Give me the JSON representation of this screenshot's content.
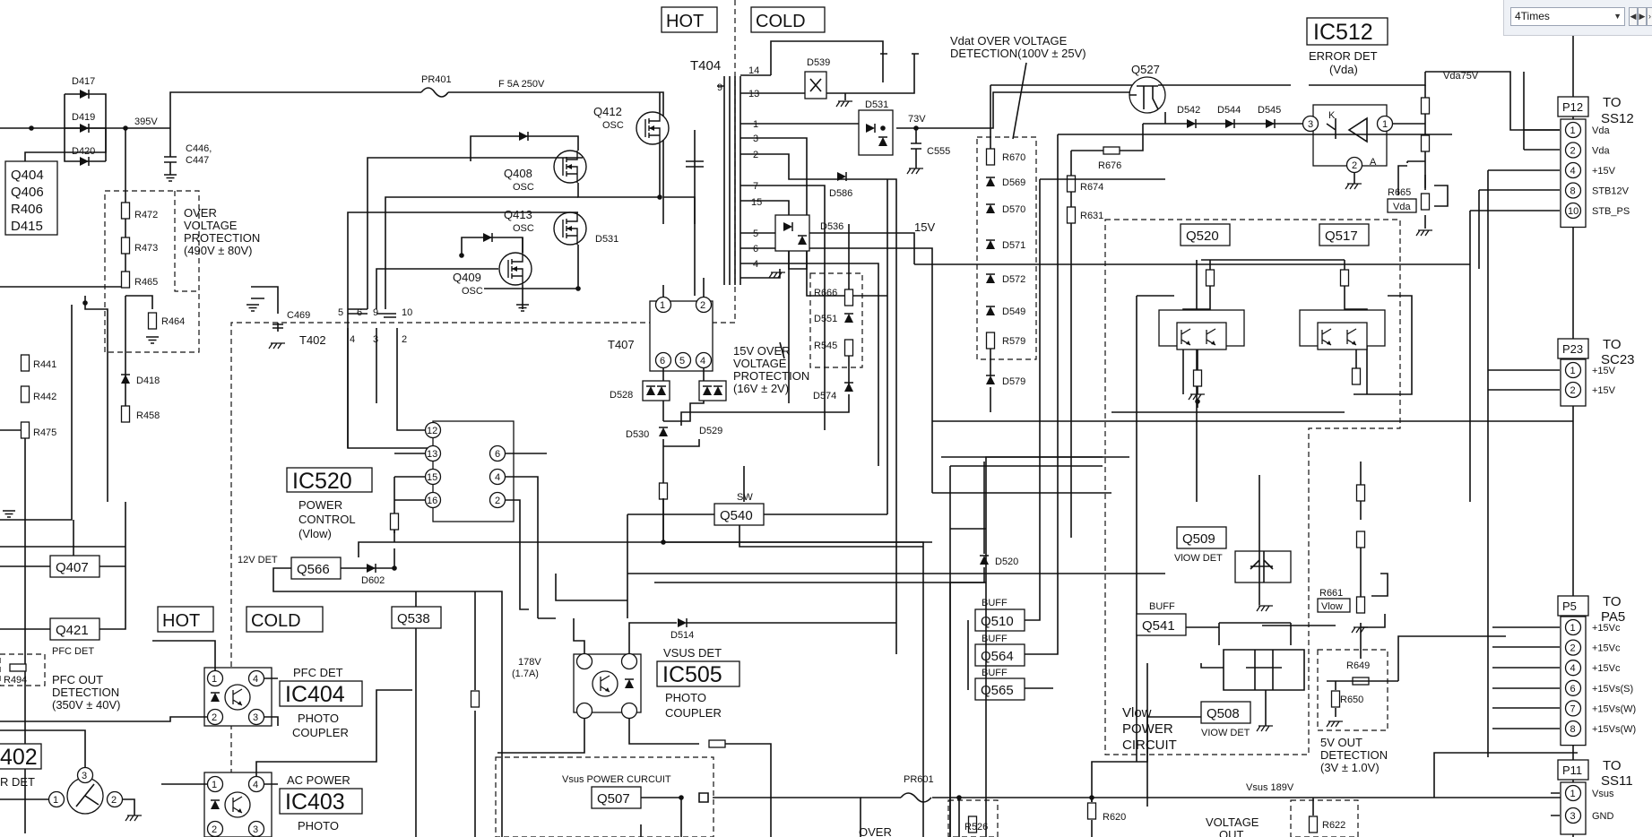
{
  "viewer": {
    "zoom_value": "4Times",
    "caret_icon": "chevron-down-icon",
    "prev_icon": "arrow-left-icon",
    "next_icon": "arrow-right-icon",
    "more_icon": "chevron-right-icon"
  },
  "schematic": {
    "hot_top": "HOT",
    "cold_top": "COLD",
    "hot_bottom": "HOT",
    "cold_bottom": "COLD",
    "ic512": {
      "name": "IC512",
      "func1": "ERROR DET",
      "func2": "(Vda)",
      "pin_k": "K",
      "pin_a": "A",
      "p3": "3",
      "p1": "1",
      "p2": "2"
    },
    "vdat_label1": "Vdat OVER VOLTAGE",
    "vdat_label2": "DETECTION(100V ± 25V)",
    "vda75": "Vda75V",
    "q527": "Q527",
    "d542": "D542",
    "d544": "D544",
    "d545": "D545",
    "t404": "T404",
    "t402": "T402",
    "t407": "T407",
    "pr401": "PR401",
    "fuse": "F 5A 250V",
    "v395": "395V",
    "v73": "73V",
    "v15": "15V",
    "c446": "C446,",
    "c447": "C447",
    "c555": "C555",
    "c469": "C469",
    "q412": "Q412",
    "q408": "Q408",
    "q413": "Q413",
    "q409": "Q409",
    "osc": "OSC",
    "d417": "D417",
    "d419": "D419",
    "d420": "D420",
    "d539": "D539",
    "d531a": "D531",
    "d531b": "D531",
    "d586": "D586",
    "d536": "D536",
    "q404_group": [
      "Q404",
      "Q406",
      "R406",
      "D415"
    ],
    "ovp1": "OVER",
    "ovp2": "VOLTAGE",
    "ovp3": "PROTECTION",
    "ovp4": "(490V ± 80V)",
    "r472": "R472",
    "r473": "R473",
    "r465": "R465",
    "r464": "R464",
    "r441": "R441",
    "r442": "R442",
    "r475": "R475",
    "d418": "D418",
    "r458": "R458",
    "r666": "R666",
    "d551": "D551",
    "r545": "R545",
    "d574": "D574",
    "ov15_1": "15V OVER",
    "ov15_2": "VOLTAGE",
    "ov15_3": "PROTECTION",
    "ov15_4": "(16V ± 2V)",
    "r670": "R670",
    "d569": "D569",
    "d570": "D570",
    "d571": "D571",
    "d572": "D572",
    "d549": "D549",
    "r579": "R579",
    "d579": "D579",
    "r676": "R676",
    "r674": "R674",
    "r631": "R631",
    "r665": "R665",
    "vda_box": "Vda",
    "q520": "Q520",
    "q517": "Q517",
    "q509": "Q509",
    "vlowdet": "VlOW DET",
    "r661": "R661",
    "vlow_box": "Vlow",
    "q541": "Q541",
    "buff": "BUFF",
    "q510": "Q510",
    "q564": "Q564",
    "q565": "Q565",
    "q508": "Q508",
    "viowdet2": "VIOW DET",
    "vlow_pc1": "Vlow",
    "vlow_pc2": "POWER",
    "vlow_pc3": "CIRCUIT",
    "r649": "R649",
    "r650": "R650",
    "out5v1": "5V OUT",
    "out5v2": "DETECTION",
    "out5v3": "(3V ± 1.0V)",
    "ic520": {
      "name": "IC520",
      "f1": "POWER",
      "f2": "CONTROL",
      "f3": "(Vlow)",
      "pins": [
        "12",
        "13",
        "15",
        "16",
        "6",
        "4",
        "2"
      ]
    },
    "q540": "Q540",
    "sw": "SW",
    "q566": "Q566",
    "det12": "12V DET",
    "d602": "D602",
    "d528": "D528",
    "d529": "D529",
    "d530": "D530",
    "q407": "Q407",
    "q421": "Q421",
    "pfcdet_small": "PFC DET",
    "q538": "Q538",
    "r494": "R494",
    "pfcout1": "PFC OUT",
    "pfcout2": "DETECTION",
    "pfcout3": "(350V ± 40V)",
    "ic404": {
      "name": "IC404",
      "f1": "PFC DET",
      "f2": "PHOTO",
      "f3": "COUPLER"
    },
    "ic403": {
      "name": "IC403",
      "f1": "AC POWER",
      "f2": "PHOTO"
    },
    "ic402_frag": "402",
    "rdet_frag": "R DET",
    "ic505": {
      "name": "IC505",
      "f1": "VSUS DET",
      "f2": "PHOTO",
      "f3": "COUPLER"
    },
    "d514": "D514",
    "v178": "178V",
    "a17": "(1.7A)",
    "vsus_pc": "Vsus POWER CURCUIT",
    "q507": "Q507",
    "pr601": "PR601",
    "r526": "R526",
    "r620": "R620",
    "r622": "R622",
    "vsus189": "Vsus 189V",
    "over": "OVER",
    "volt": "VOLTAGE",
    "out": "OUT",
    "d520": "D520",
    "t404_pins": [
      "9",
      "14",
      "13",
      "1",
      "3",
      "2",
      "7",
      "15",
      "5",
      "6",
      "4"
    ],
    "t402_pins": [
      "5",
      "6",
      "9",
      "10",
      "4",
      "3",
      "2"
    ],
    "t407_pins": [
      "1",
      "2",
      "6",
      "5",
      "4"
    ]
  },
  "connectors": [
    {
      "ref": "P12",
      "to": "TO",
      "dest": "SS12",
      "pins": [
        {
          "n": "1",
          "s": "Vda"
        },
        {
          "n": "2",
          "s": "Vda"
        },
        {
          "n": "4",
          "s": "+15V"
        },
        {
          "n": "8",
          "s": "STB12V"
        },
        {
          "n": "10",
          "s": "STB_PS"
        }
      ]
    },
    {
      "ref": "P23",
      "to": "TO",
      "dest": "SC23",
      "pins": [
        {
          "n": "1",
          "s": "+15V"
        },
        {
          "n": "2",
          "s": "+15V"
        }
      ]
    },
    {
      "ref": "P5",
      "to": "TO",
      "dest": "PA5",
      "pins": [
        {
          "n": "1",
          "s": "+15Vc"
        },
        {
          "n": "2",
          "s": "+15Vc"
        },
        {
          "n": "4",
          "s": "+15Vc"
        },
        {
          "n": "6",
          "s": "+15Vs(S)"
        },
        {
          "n": "7",
          "s": "+15Vs(W)"
        },
        {
          "n": "8",
          "s": "+15Vs(W)"
        }
      ]
    },
    {
      "ref": "P11",
      "to": "TO",
      "dest": "SS11",
      "pins": [
        {
          "n": "1",
          "s": "Vsus"
        },
        {
          "n": "3",
          "s": "GND"
        }
      ]
    }
  ]
}
